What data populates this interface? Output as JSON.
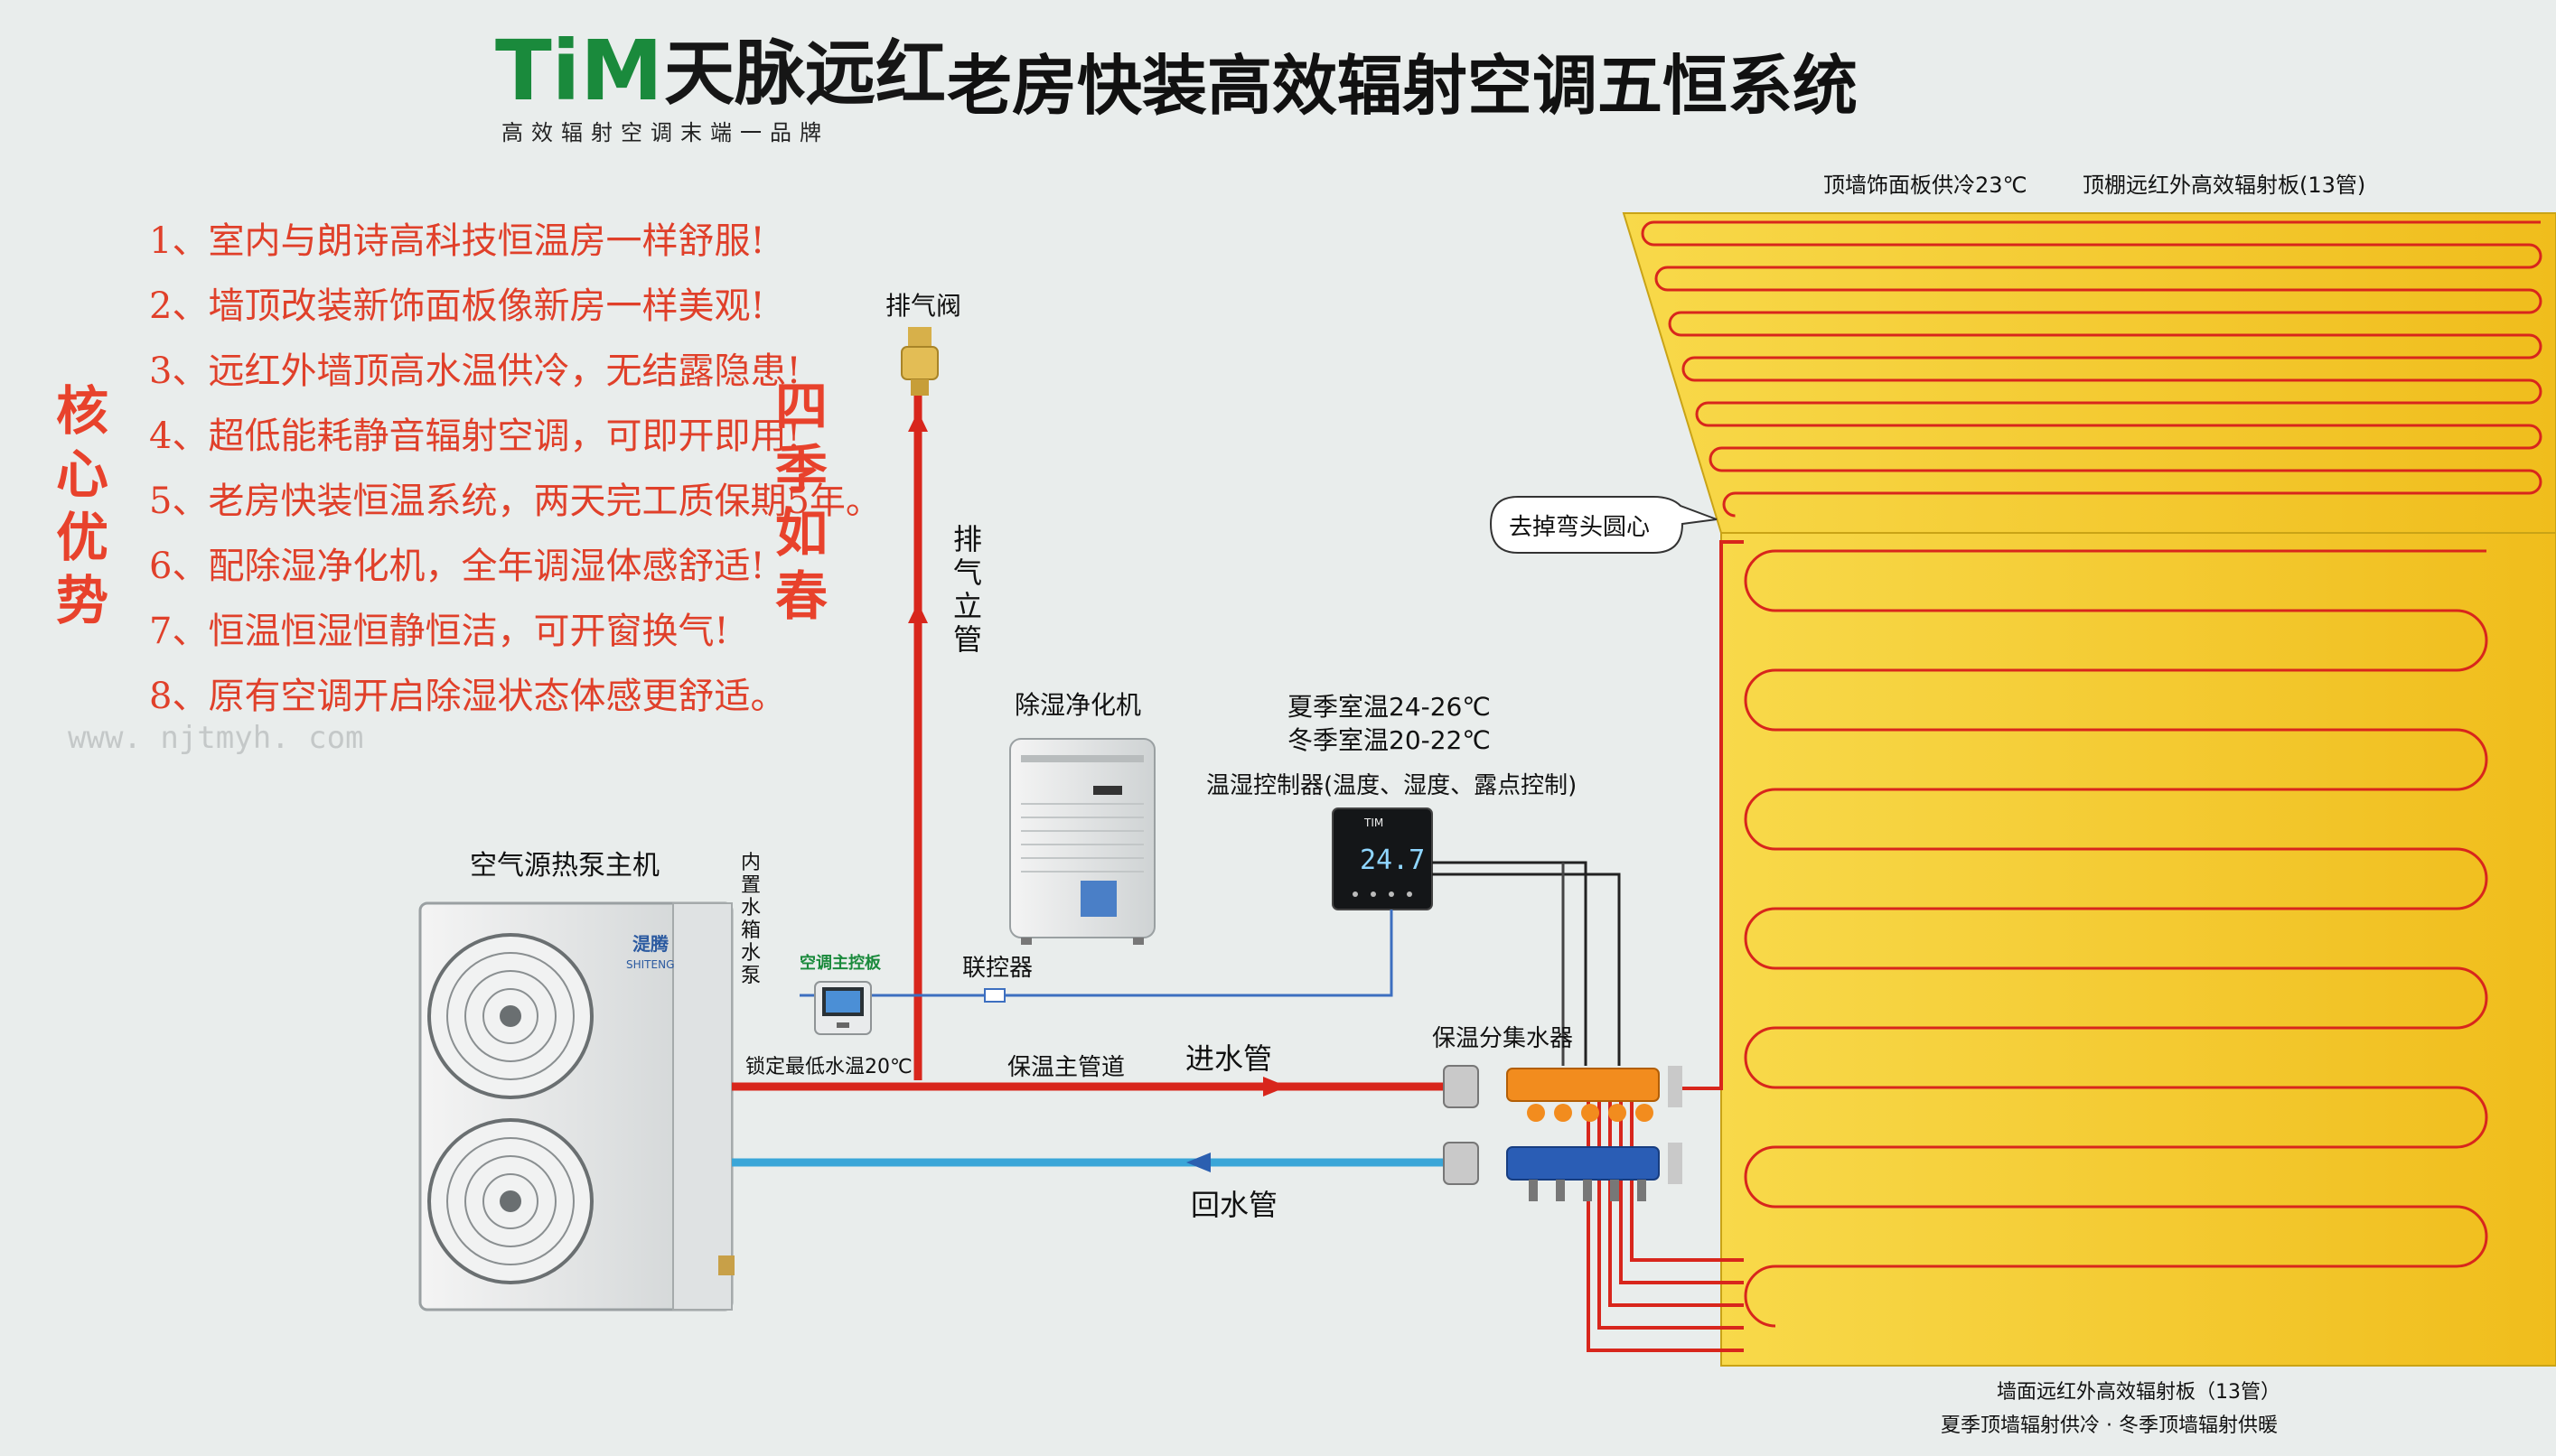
{
  "header": {
    "logo_mark": "TiM",
    "logo_brand": "天脉远红",
    "logo_tagline": "高效辐射空调末端一品牌",
    "title": "老房快装高效辐射空调五恒系统"
  },
  "advantages": {
    "heading": [
      "核",
      "心",
      "优",
      "势"
    ],
    "items": [
      "1、室内与朗诗高科技恒温房一样舒服!",
      "2、墙顶改装新饰面板像新房一样美观!",
      "3、远红外墙顶高水温供冷，无结露隐患!",
      "4、超低能耗静音辐射空调，可即开即用!",
      "5、老房快装恒温系统，两天完工质保期5年。",
      "6、配除湿净化机，全年调湿体感舒适!",
      "7、恒温恒湿恒静恒洁，可开窗换气!",
      "8、原有空调开启除湿状态体感更舒适。"
    ],
    "website": "www. njtmyh. com"
  },
  "seasons": [
    "四",
    "季",
    "如",
    "春"
  ],
  "labels": {
    "vent_valve": "排气阀",
    "vent_pipe": [
      "排",
      "气",
      "立",
      "管"
    ],
    "dehumidifier": "除湿净化机",
    "summer_temp": "夏季室温24-26℃",
    "winter_temp": "冬季室温20-22℃",
    "controller": "温湿控制器(温度、湿度、露点控制)",
    "thermostat_display": "24.7",
    "thermostat_brand": "TIM",
    "heat_pump": "空气源热泵主机",
    "heat_pump_brand": "湜腾",
    "heat_pump_brand_en": "SHITENG",
    "tank_pump": [
      "内",
      "置",
      "水",
      "箱",
      "水",
      "泵"
    ],
    "ac_panel": "空调主控板",
    "link_controller": "联控器",
    "min_water_temp": "锁定最低水温20℃",
    "main_pipe": "保温主管道",
    "inlet_pipe": "进水管",
    "return_pipe": "回水管",
    "manifold": "保温分集水器",
    "ceiling_cooling": "顶墙饰面板供冷23℃",
    "ceiling_panel": "顶棚远红外高效辐射板(13管)",
    "remove_elbow": "去掉弯头圆心",
    "wall_panel": "墙面远红外高效辐射板（13管）",
    "season_mode": "夏季顶墙辐射供冷 · 冬季顶墙辐射供暖"
  },
  "colors": {
    "red_pipe": "#d8261c",
    "blue_pipe": "#3aa6d8",
    "panel_yellow": "#f3c623",
    "accent_red": "#e0402a",
    "brand_green": "#1a8a3c"
  }
}
